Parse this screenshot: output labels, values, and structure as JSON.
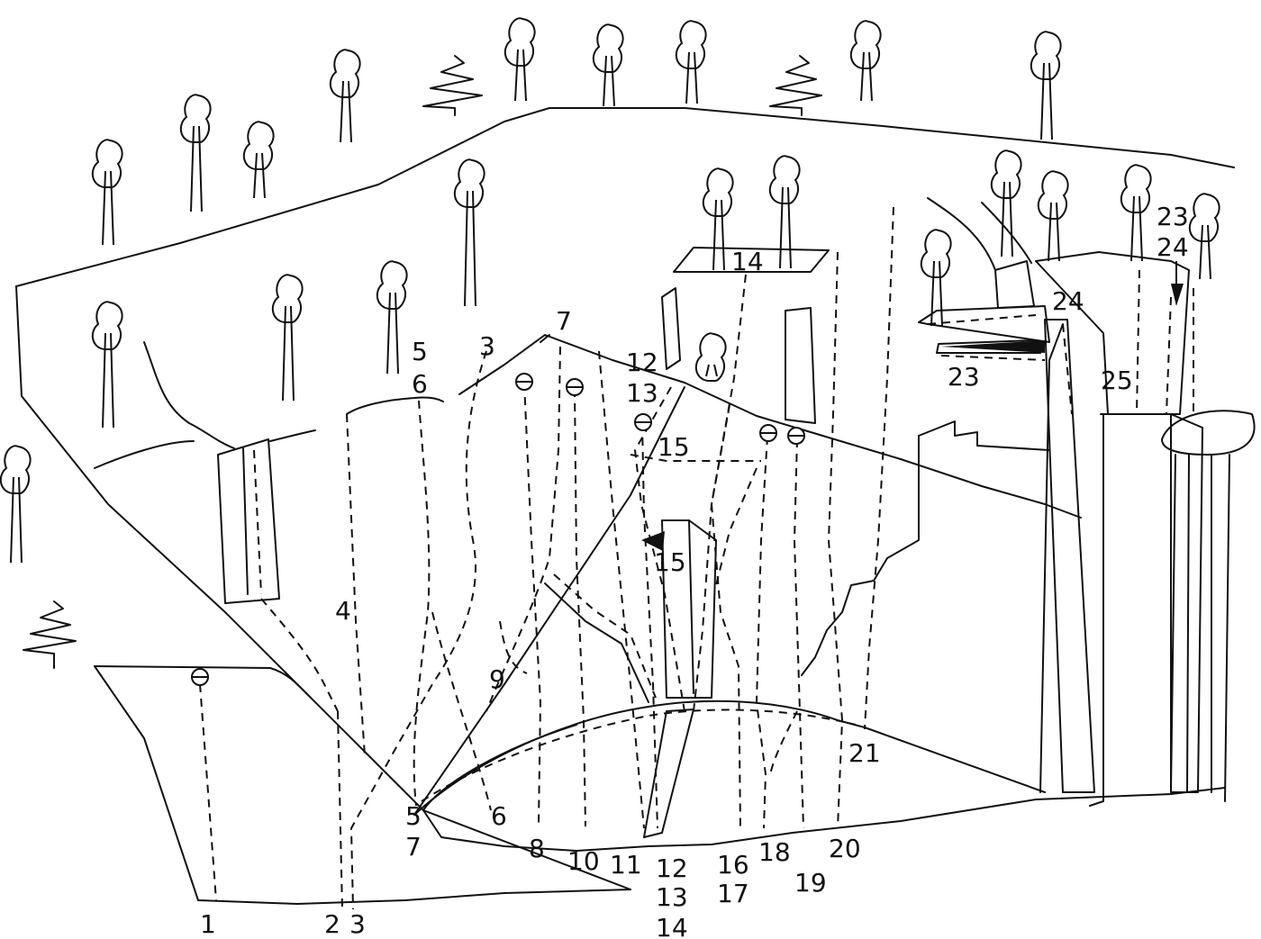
{
  "routes": [
    {
      "id": "r1",
      "label": "1"
    },
    {
      "id": "r2",
      "label": "2"
    },
    {
      "id": "r3",
      "label": "3"
    },
    {
      "id": "r4",
      "label": "4"
    },
    {
      "id": "r5",
      "label": "5"
    },
    {
      "id": "r6",
      "label": "6"
    },
    {
      "id": "r7",
      "label": "7"
    },
    {
      "id": "r8",
      "label": "8"
    },
    {
      "id": "r9",
      "label": "9"
    },
    {
      "id": "r10",
      "label": "10"
    },
    {
      "id": "r11",
      "label": "11"
    },
    {
      "id": "r12",
      "label": "12"
    },
    {
      "id": "r13",
      "label": "13"
    },
    {
      "id": "r14",
      "label": "14"
    },
    {
      "id": "r15",
      "label": "15"
    },
    {
      "id": "r16",
      "label": "16"
    },
    {
      "id": "r17",
      "label": "17"
    },
    {
      "id": "r18",
      "label": "18"
    },
    {
      "id": "r19",
      "label": "19"
    },
    {
      "id": "r20",
      "label": "20"
    },
    {
      "id": "r21",
      "label": "21"
    },
    {
      "id": "r23",
      "label": "23"
    },
    {
      "id": "r24",
      "label": "24"
    },
    {
      "id": "r25",
      "label": "25"
    }
  ],
  "icons": {
    "tree": "deciduous-tree-icon",
    "conifer": "conifer-tree-icon",
    "anchor": "belay-anchor-icon",
    "arrow": "direction-arrow-icon"
  }
}
